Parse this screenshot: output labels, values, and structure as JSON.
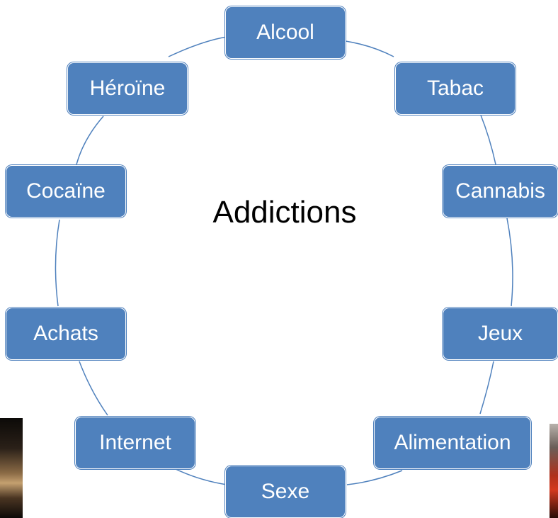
{
  "diagram": {
    "center_label": "Addictions",
    "accent_color": "#4f81bd",
    "nodes": [
      {
        "label": "Alcool"
      },
      {
        "label": "Tabac"
      },
      {
        "label": "Cannabis"
      },
      {
        "label": "Jeux"
      },
      {
        "label": "Alimentation"
      },
      {
        "label": "Sexe"
      },
      {
        "label": "Internet"
      },
      {
        "label": "Achats"
      },
      {
        "label": "Cocaïne"
      },
      {
        "label": "Héroïne"
      }
    ]
  }
}
